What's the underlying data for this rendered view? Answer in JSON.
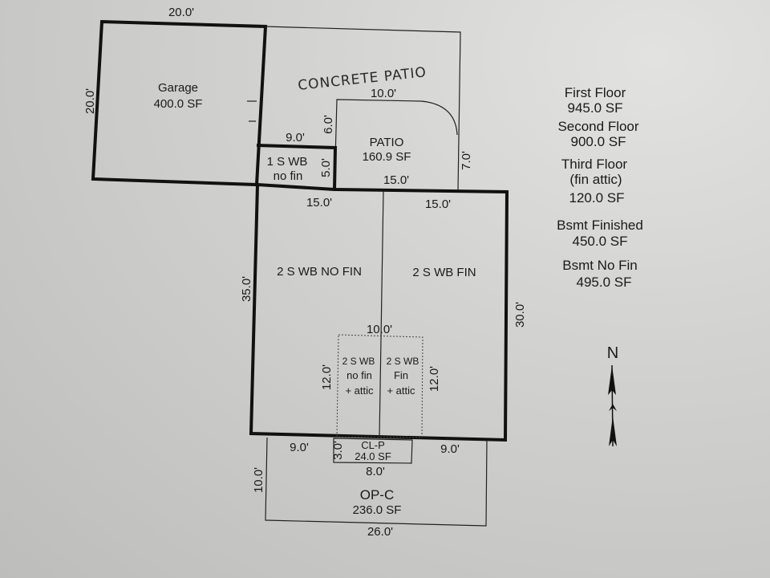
{
  "handwritten_note": "CONCRETE PATIO",
  "areas": {
    "garage": {
      "name": "Garage",
      "area": "400.0 SF"
    },
    "patio": {
      "name": "PATIO",
      "area": "160.9 SF"
    },
    "one_story": {
      "line1": "1 S WB",
      "line2": "no fin"
    },
    "two_story_no_fin": "2 S WB NO FIN",
    "two_story_fin": "2 S WB FIN",
    "attic_no_fin": {
      "line1": "2 S WB",
      "line2": "no fin",
      "line3": "+ attic"
    },
    "attic_fin": {
      "line1": "2 S WB",
      "line2": "Fin",
      "line3": "+ attic"
    },
    "cl_p": {
      "name": "CL-P",
      "area": "24.0 SF"
    },
    "op_c": {
      "name": "OP-C",
      "area": "236.0 SF"
    }
  },
  "dimensions": {
    "garage_top": "20.0'",
    "garage_left": "20.0'",
    "patio_top": "10.0'",
    "patio_left": "6.0'",
    "patio_right": "7.0'",
    "patio_bottom": "15.0'",
    "one_story_top": "9.0'",
    "one_story_right": "5.0'",
    "house_top_left": "15.0'",
    "house_top_right": "15.0'",
    "house_left": "35.0'",
    "house_right": "30.0'",
    "attic_top": "10.0'",
    "attic_left": "12.0'",
    "attic_right": "12.0'",
    "porch_left_top": "9.0'",
    "porch_right_top": "9.0'",
    "clp_left": "3.0'",
    "clp_bottom": "8.0'",
    "opc_left": "10.0'",
    "opc_bottom": "26.0'"
  },
  "summary": {
    "first_floor": {
      "label": "First Floor",
      "value": "945.0 SF"
    },
    "second_floor": {
      "label": "Second Floor",
      "value": "900.0 SF"
    },
    "third_floor": {
      "label": "Third Floor",
      "sub": "(fin attic)",
      "value": "120.0 SF"
    },
    "bsmt_finished": {
      "label": "Bsmt Finished",
      "value": "450.0 SF"
    },
    "bsmt_no_fin": {
      "label": "Bsmt No Fin",
      "value": "495.0 SF"
    }
  },
  "north_label": "N"
}
